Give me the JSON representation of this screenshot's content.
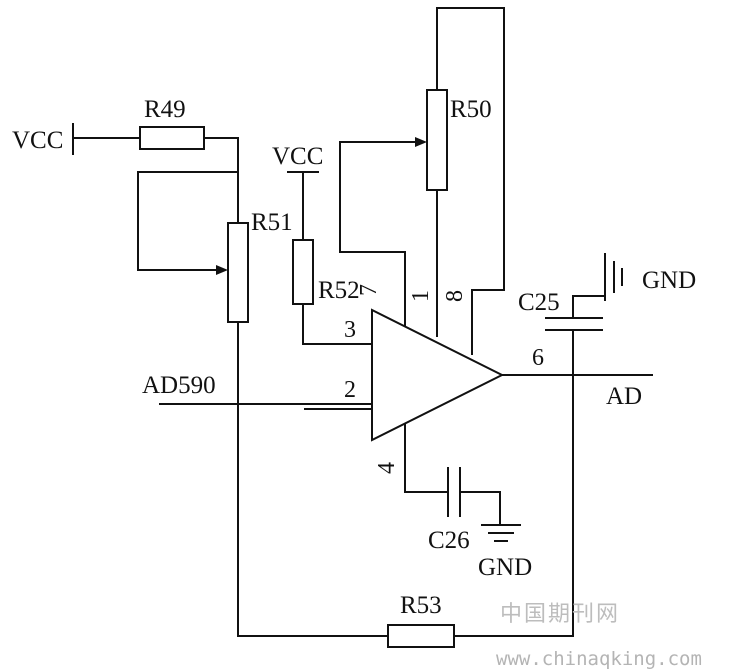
{
  "labels": {
    "vcc_left": "VCC",
    "vcc_top": "VCC",
    "gnd_top": "GND",
    "gnd_bottom": "GND",
    "input": "AD590",
    "output": "AD"
  },
  "components": {
    "r49": "R49",
    "r50": "R50",
    "r51": "R51",
    "r52": "R52",
    "r53": "R53",
    "c25": "C25",
    "c26": "C26"
  },
  "pins": {
    "p1": "1",
    "p2": "2",
    "p3": "3",
    "p4": "4",
    "p6": "6",
    "p7": "7",
    "p8": "8"
  },
  "watermark": {
    "cn": "中国期刊网",
    "url": "www.chinaqking.com"
  }
}
